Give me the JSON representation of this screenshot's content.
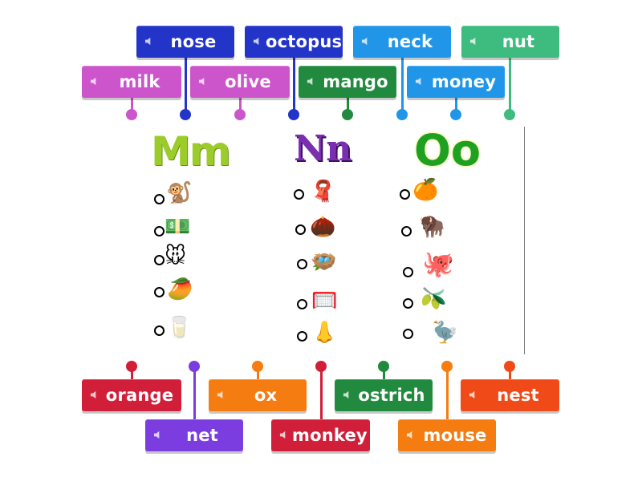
{
  "activity": "match-up labelled diagram",
  "top_tiles_row1": [
    {
      "label": "nose",
      "color": "#2334c8"
    },
    {
      "label": "octopus",
      "color": "#2334c8"
    },
    {
      "label": "neck",
      "color": "#2196e8"
    },
    {
      "label": "nut",
      "color": "#3ebb7e"
    }
  ],
  "top_tiles_row2": [
    {
      "label": "milk",
      "color": "#cc55cc"
    },
    {
      "label": "olive",
      "color": "#cc55cc"
    },
    {
      "label": "mango",
      "color": "#218a3e"
    },
    {
      "label": "money",
      "color": "#2196e8"
    }
  ],
  "bottom_tiles_row1": [
    {
      "label": "orange",
      "color": "#d11f3a"
    },
    {
      "label": "ox",
      "color": "#f57c10"
    },
    {
      "label": "ostrich",
      "color": "#218a3e"
    },
    {
      "label": "nest",
      "color": "#ef4a17"
    }
  ],
  "bottom_tiles_row2": [
    {
      "label": "net",
      "color": "#7b3de0"
    },
    {
      "label": "monkey",
      "color": "#d11f3a"
    },
    {
      "label": "mouse",
      "color": "#f57c10"
    }
  ],
  "columns": [
    {
      "heading": "Mm",
      "items": [
        "monkey-image",
        "money-image",
        "mouse-image",
        "mango-image",
        "milk-image"
      ]
    },
    {
      "heading": "Nn",
      "items": [
        "neck-image",
        "nut-image",
        "nest-image",
        "net-image",
        "nose-image"
      ]
    },
    {
      "heading": "Oo",
      "items": [
        "orange-image",
        "ox-image",
        "octopus-image",
        "olive-image",
        "ostrich-image"
      ]
    }
  ],
  "icons": {
    "speaker": "speaker-icon",
    "target": "drop-target-circle"
  }
}
